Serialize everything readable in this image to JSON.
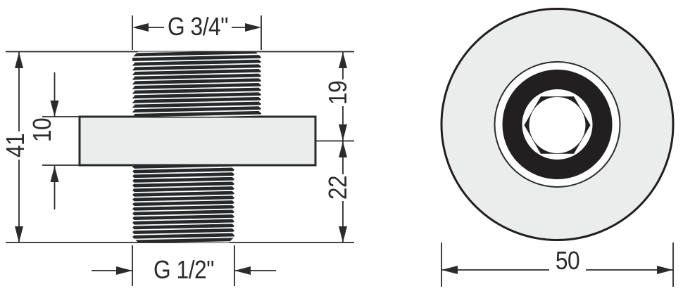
{
  "drawing": {
    "dimensions": {
      "top_thread": "G 3/4\"",
      "bottom_thread": "G 1/2\"",
      "overall_length": "41",
      "flange_thickness": "10",
      "upper_length": "19",
      "lower_length": "22",
      "flange_diameter": "50"
    },
    "colors": {
      "part_fill": "#ebecec",
      "line": "#2a2b2d",
      "ring_fill": "#221f20",
      "background": "#ffffff"
    }
  }
}
